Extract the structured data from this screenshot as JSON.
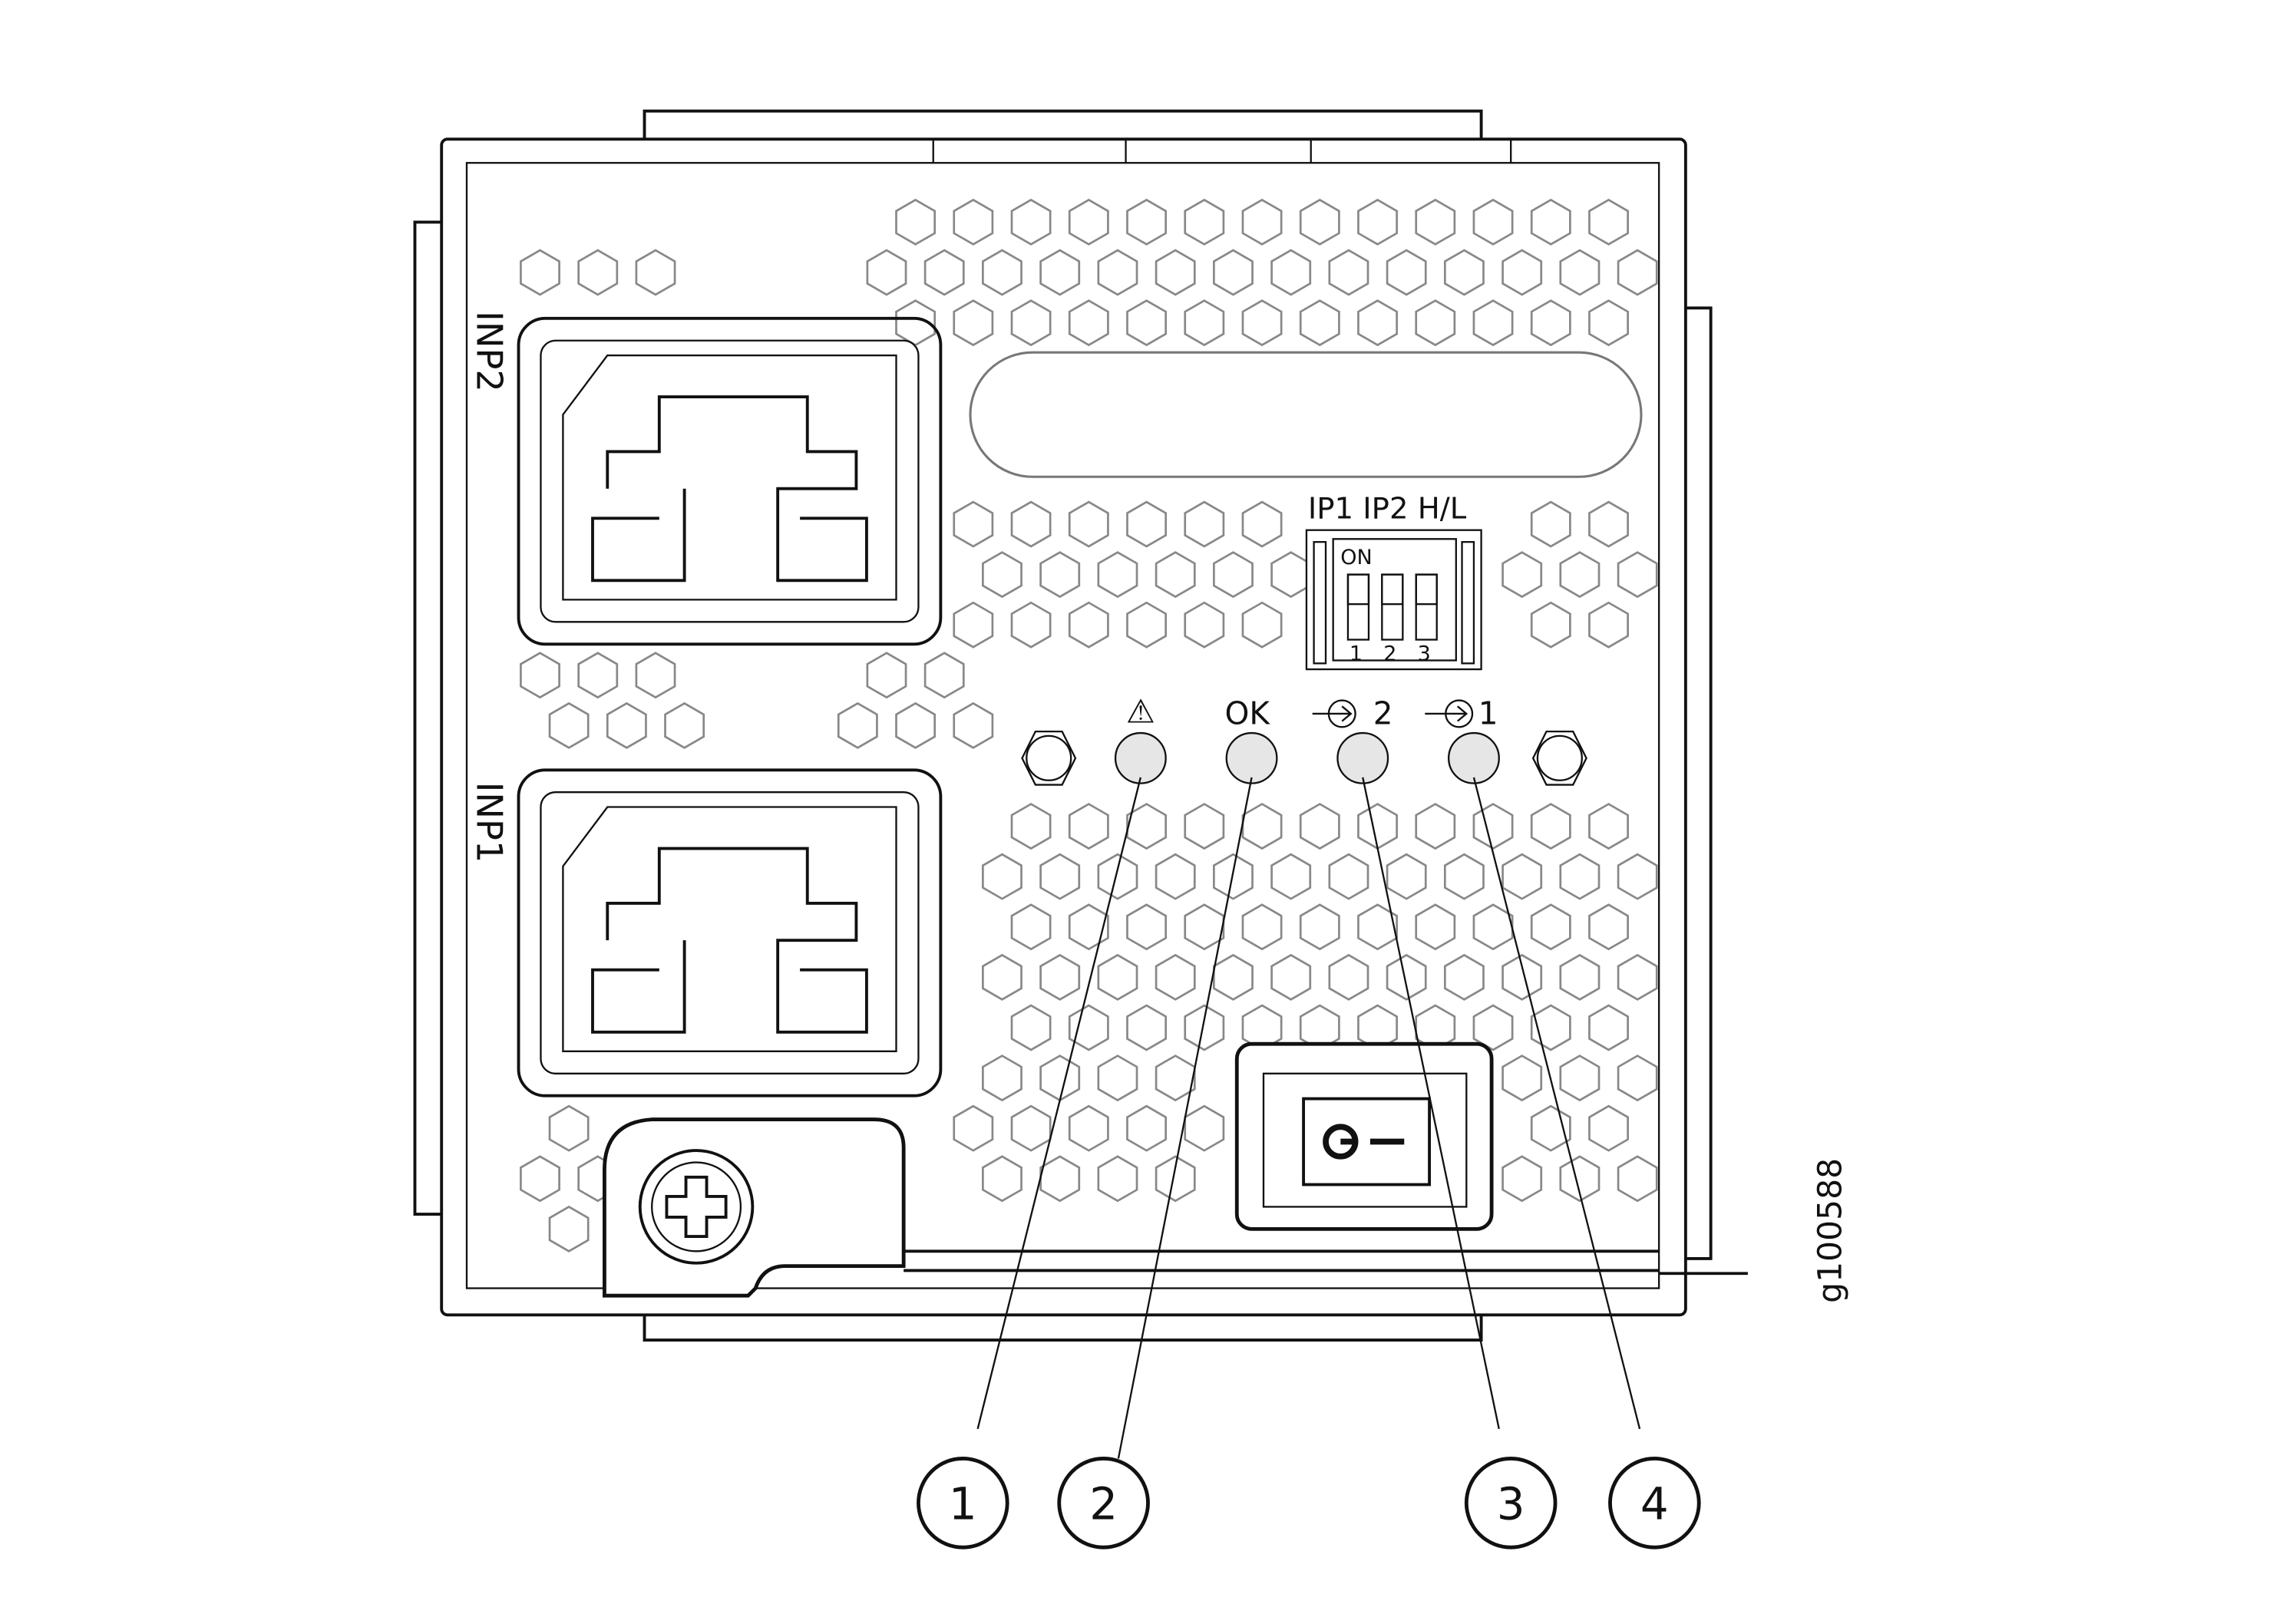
{
  "ports": {
    "inp2": "INP2",
    "inp1": "INP1"
  },
  "dip_switch": {
    "header": "IP1 IP2 H/L",
    "on_label": "ON",
    "positions": [
      "1",
      "2",
      "3"
    ]
  },
  "leds": [
    {
      "label": "⚠",
      "icon": "warning-icon",
      "callout": "1"
    },
    {
      "label": "OK",
      "callout": "2"
    },
    {
      "label": "2",
      "icon": "input-arrow-icon",
      "callout": "3"
    },
    {
      "label": "1",
      "icon": "input-arrow-icon",
      "callout": "4"
    }
  ],
  "figure_id": "g100588",
  "colors": {
    "led_fill": "#e6e6e6",
    "hex_stroke": "#888888",
    "line": "#111111"
  }
}
